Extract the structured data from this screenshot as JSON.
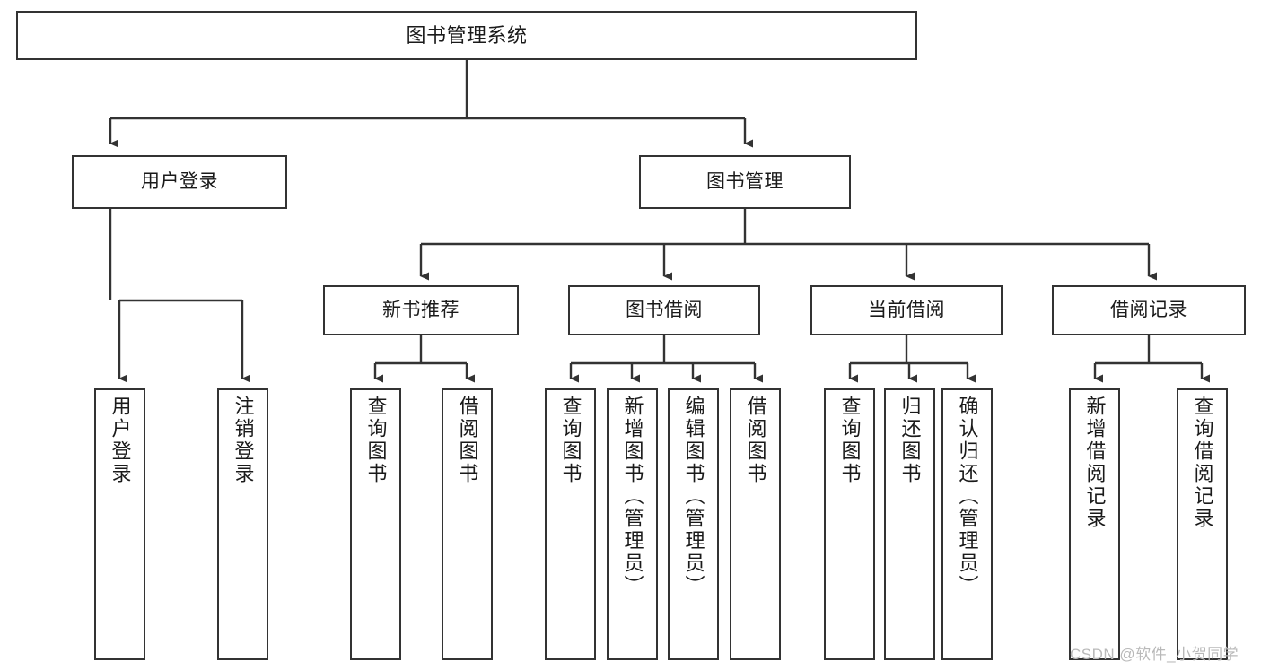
{
  "diagram": {
    "title": "图书管理系统",
    "type": "tree",
    "watermark": "CSDN @软件_小贺同学",
    "colors": {
      "stroke": "#333333",
      "fill": "#ffffff",
      "text": "#1a1a1a",
      "watermark": "#b9b9b9"
    },
    "nodes": {
      "root": {
        "label": "图书管理系统"
      },
      "level2": [
        {
          "id": "user-login",
          "label": "用户登录"
        },
        {
          "id": "book-manage",
          "label": "图书管理"
        }
      ],
      "level3": [
        {
          "id": "new-book-recommend",
          "label": "新书推荐"
        },
        {
          "id": "book-borrow",
          "label": "图书借阅"
        },
        {
          "id": "current-borrow",
          "label": "当前借阅"
        },
        {
          "id": "borrow-record",
          "label": "借阅记录"
        }
      ],
      "leaves": {
        "user-login": [
          {
            "id": "leaf-user-login",
            "label": "用户登录"
          },
          {
            "id": "leaf-logout-login",
            "label": "注销登录"
          }
        ],
        "new-book-recommend": [
          {
            "id": "leaf-query-book-1",
            "label": "查询图书"
          },
          {
            "id": "leaf-borrow-book-1",
            "label": "借阅图书"
          }
        ],
        "book-borrow": [
          {
            "id": "leaf-query-book-2",
            "label": "查询图书"
          },
          {
            "id": "leaf-add-book",
            "label": "新增图书（管理员）"
          },
          {
            "id": "leaf-edit-book",
            "label": "编辑图书（管理员）"
          },
          {
            "id": "leaf-borrow-book-2",
            "label": "借阅图书"
          }
        ],
        "current-borrow": [
          {
            "id": "leaf-query-book-3",
            "label": "查询图书"
          },
          {
            "id": "leaf-return-book",
            "label": "归还图书"
          },
          {
            "id": "leaf-confirm-return",
            "label": "确认归还（管理员）"
          }
        ],
        "borrow-record": [
          {
            "id": "leaf-add-record",
            "label": "新增借阅记录"
          },
          {
            "id": "leaf-query-record",
            "label": "查询借阅记录"
          }
        ]
      }
    }
  }
}
